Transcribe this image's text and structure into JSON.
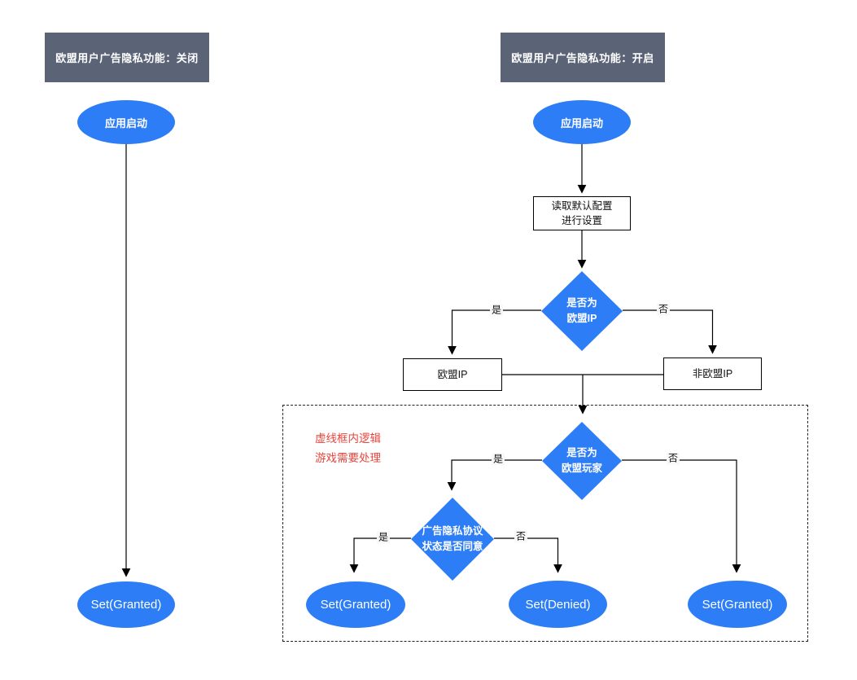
{
  "colors": {
    "header_bg": "#5b6477",
    "node_blue": "#2d7df6",
    "note_red": "#e8453c",
    "line_color": "#000000",
    "node_border": "#000000"
  },
  "left_flow": {
    "header": "欧盟用户广告隐私功能：关闭",
    "start": "应用启动",
    "result": "Set(Granted)"
  },
  "right_flow": {
    "header": "欧盟用户广告隐私功能：开启",
    "start": "应用启动",
    "config_line1": "读取默认配置",
    "config_line2": "进行设置",
    "decision_ip_line1": "是否为",
    "decision_ip_line2": "欧盟IP",
    "eu_ip": "欧盟IP",
    "non_eu_ip": "非欧盟IP",
    "decision_player_line1": "是否为",
    "decision_player_line2": "欧盟玩家",
    "decision_consent_line1": "广告隐私协议",
    "decision_consent_line2": "状态是否同意",
    "result_granted_left": "Set(Granted)",
    "result_denied": "Set(Denied)",
    "result_granted_right": "Set(Granted)",
    "label_yes": "是",
    "label_no": "否"
  },
  "note": {
    "line1": "虚线框内逻辑",
    "line2": "游戏需要处理"
  }
}
